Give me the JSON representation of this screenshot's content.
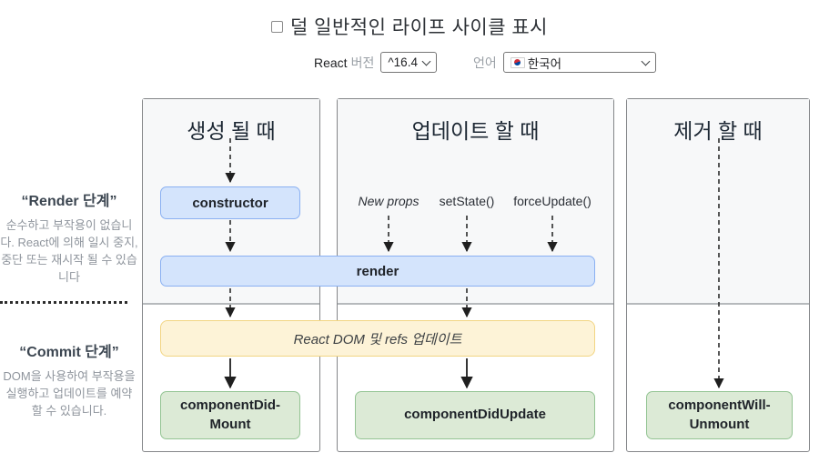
{
  "header": {
    "title": "덜 일반적인 라이프 사이클 표시",
    "checkbox_checked": false
  },
  "controls": {
    "react_label": "React",
    "version_label": "버전",
    "version_value": "^16.4",
    "language_label": "언어",
    "language_value": "한국어",
    "language_flag": "korea-flag"
  },
  "phase_notes": {
    "render": {
      "title": "“Render 단계”",
      "description": "순수하고 부작용이 없습니다. React에 의해 일시 중지, 중단 또는 재시작 될 수 있습니다"
    },
    "commit": {
      "title": "“Commit 단계”",
      "description": "DOM을 사용하여 부작용을 실행하고 업데이트를 예약 할 수 있습니다."
    }
  },
  "columns": [
    {
      "title": "생성 될 때"
    },
    {
      "title": "업데이트 할 때"
    },
    {
      "title": "제거 할 때"
    }
  ],
  "update_triggers": [
    {
      "label": "New props"
    },
    {
      "label": "setState()"
    },
    {
      "label": "forceUpdate()"
    }
  ],
  "nodes": {
    "constructor": "constructor",
    "render": "render",
    "commit_bar": "React DOM 및 refs 업데이트",
    "component_did_mount": "componentDid-\nMount",
    "component_did_update": "componentDidUpdate",
    "component_will_unmount": "componentWill-\nUnmount"
  },
  "colors": {
    "render_phase_box_fill": "#d4e4fc",
    "render_phase_box_border": "#8ab0f2",
    "commit_bar_fill": "#fdf3d7",
    "commit_bar_border": "#f2d583",
    "commit_phase_box_fill": "#dcead6",
    "commit_phase_box_border": "#93c493",
    "panel_border": "#848689",
    "arrow": "#1f1f1f"
  }
}
